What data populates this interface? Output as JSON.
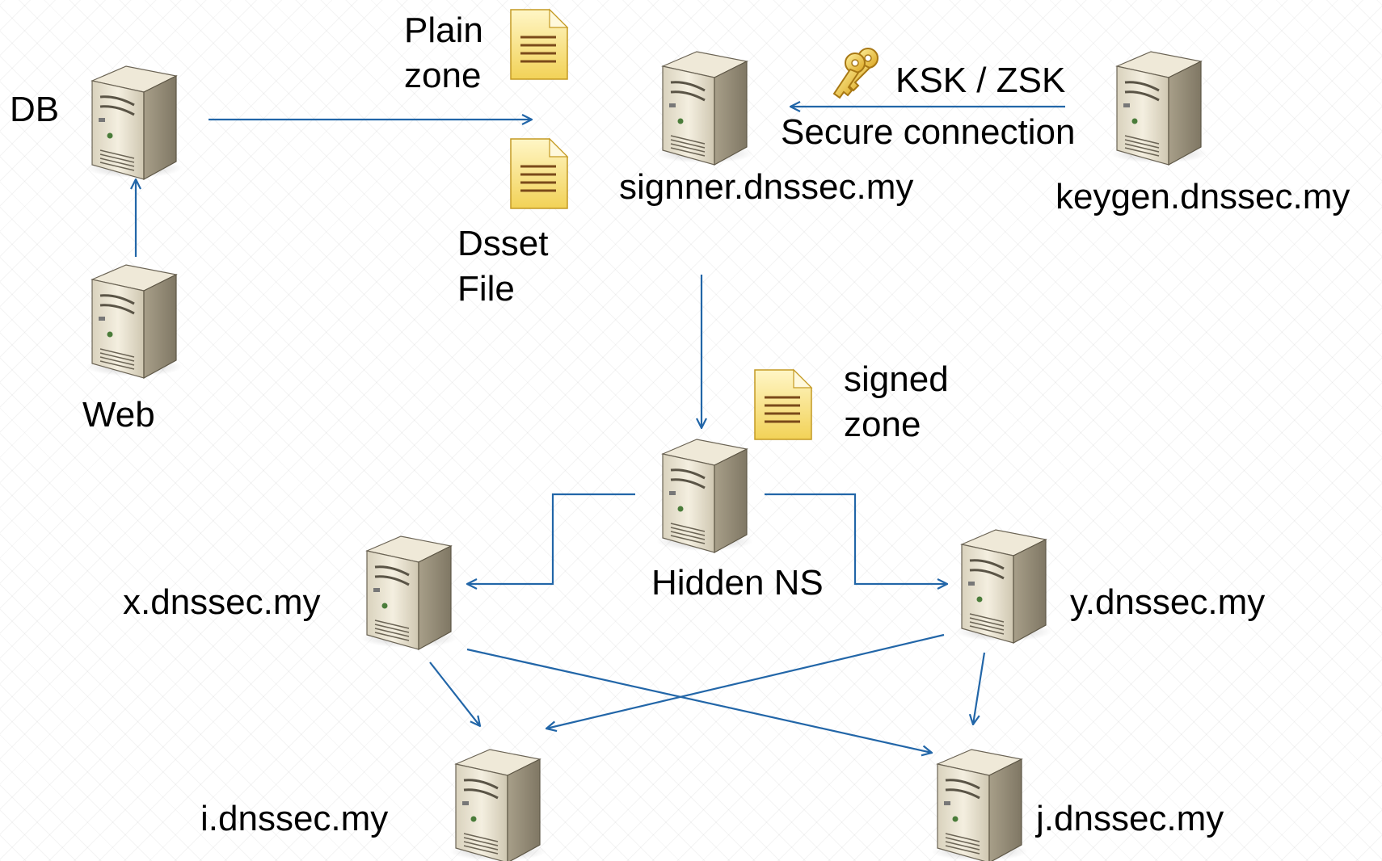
{
  "colors": {
    "arrow": "#2266a8",
    "background": "#ffffff",
    "text": "#000000"
  },
  "icons": {
    "server": "server-icon",
    "document": "document-icon",
    "key": "key-icon"
  },
  "labels": {
    "db": "DB",
    "web": "Web",
    "plain_zone_1": "Plain",
    "plain_zone_2": "zone",
    "dsset_1": "Dsset",
    "dsset_2": "File",
    "signner": "signner.dnssec.my",
    "keygen": "keygen.dnssec.my",
    "ksk_zsk": "KSK / ZSK",
    "secure_connection": "Secure connection",
    "signed_1": "signed",
    "signed_2": "zone",
    "hidden_ns": "Hidden NS",
    "x": "x.dnssec.my",
    "y": "y.dnssec.my",
    "i": "i.dnssec.my",
    "j": "j.dnssec.my"
  }
}
